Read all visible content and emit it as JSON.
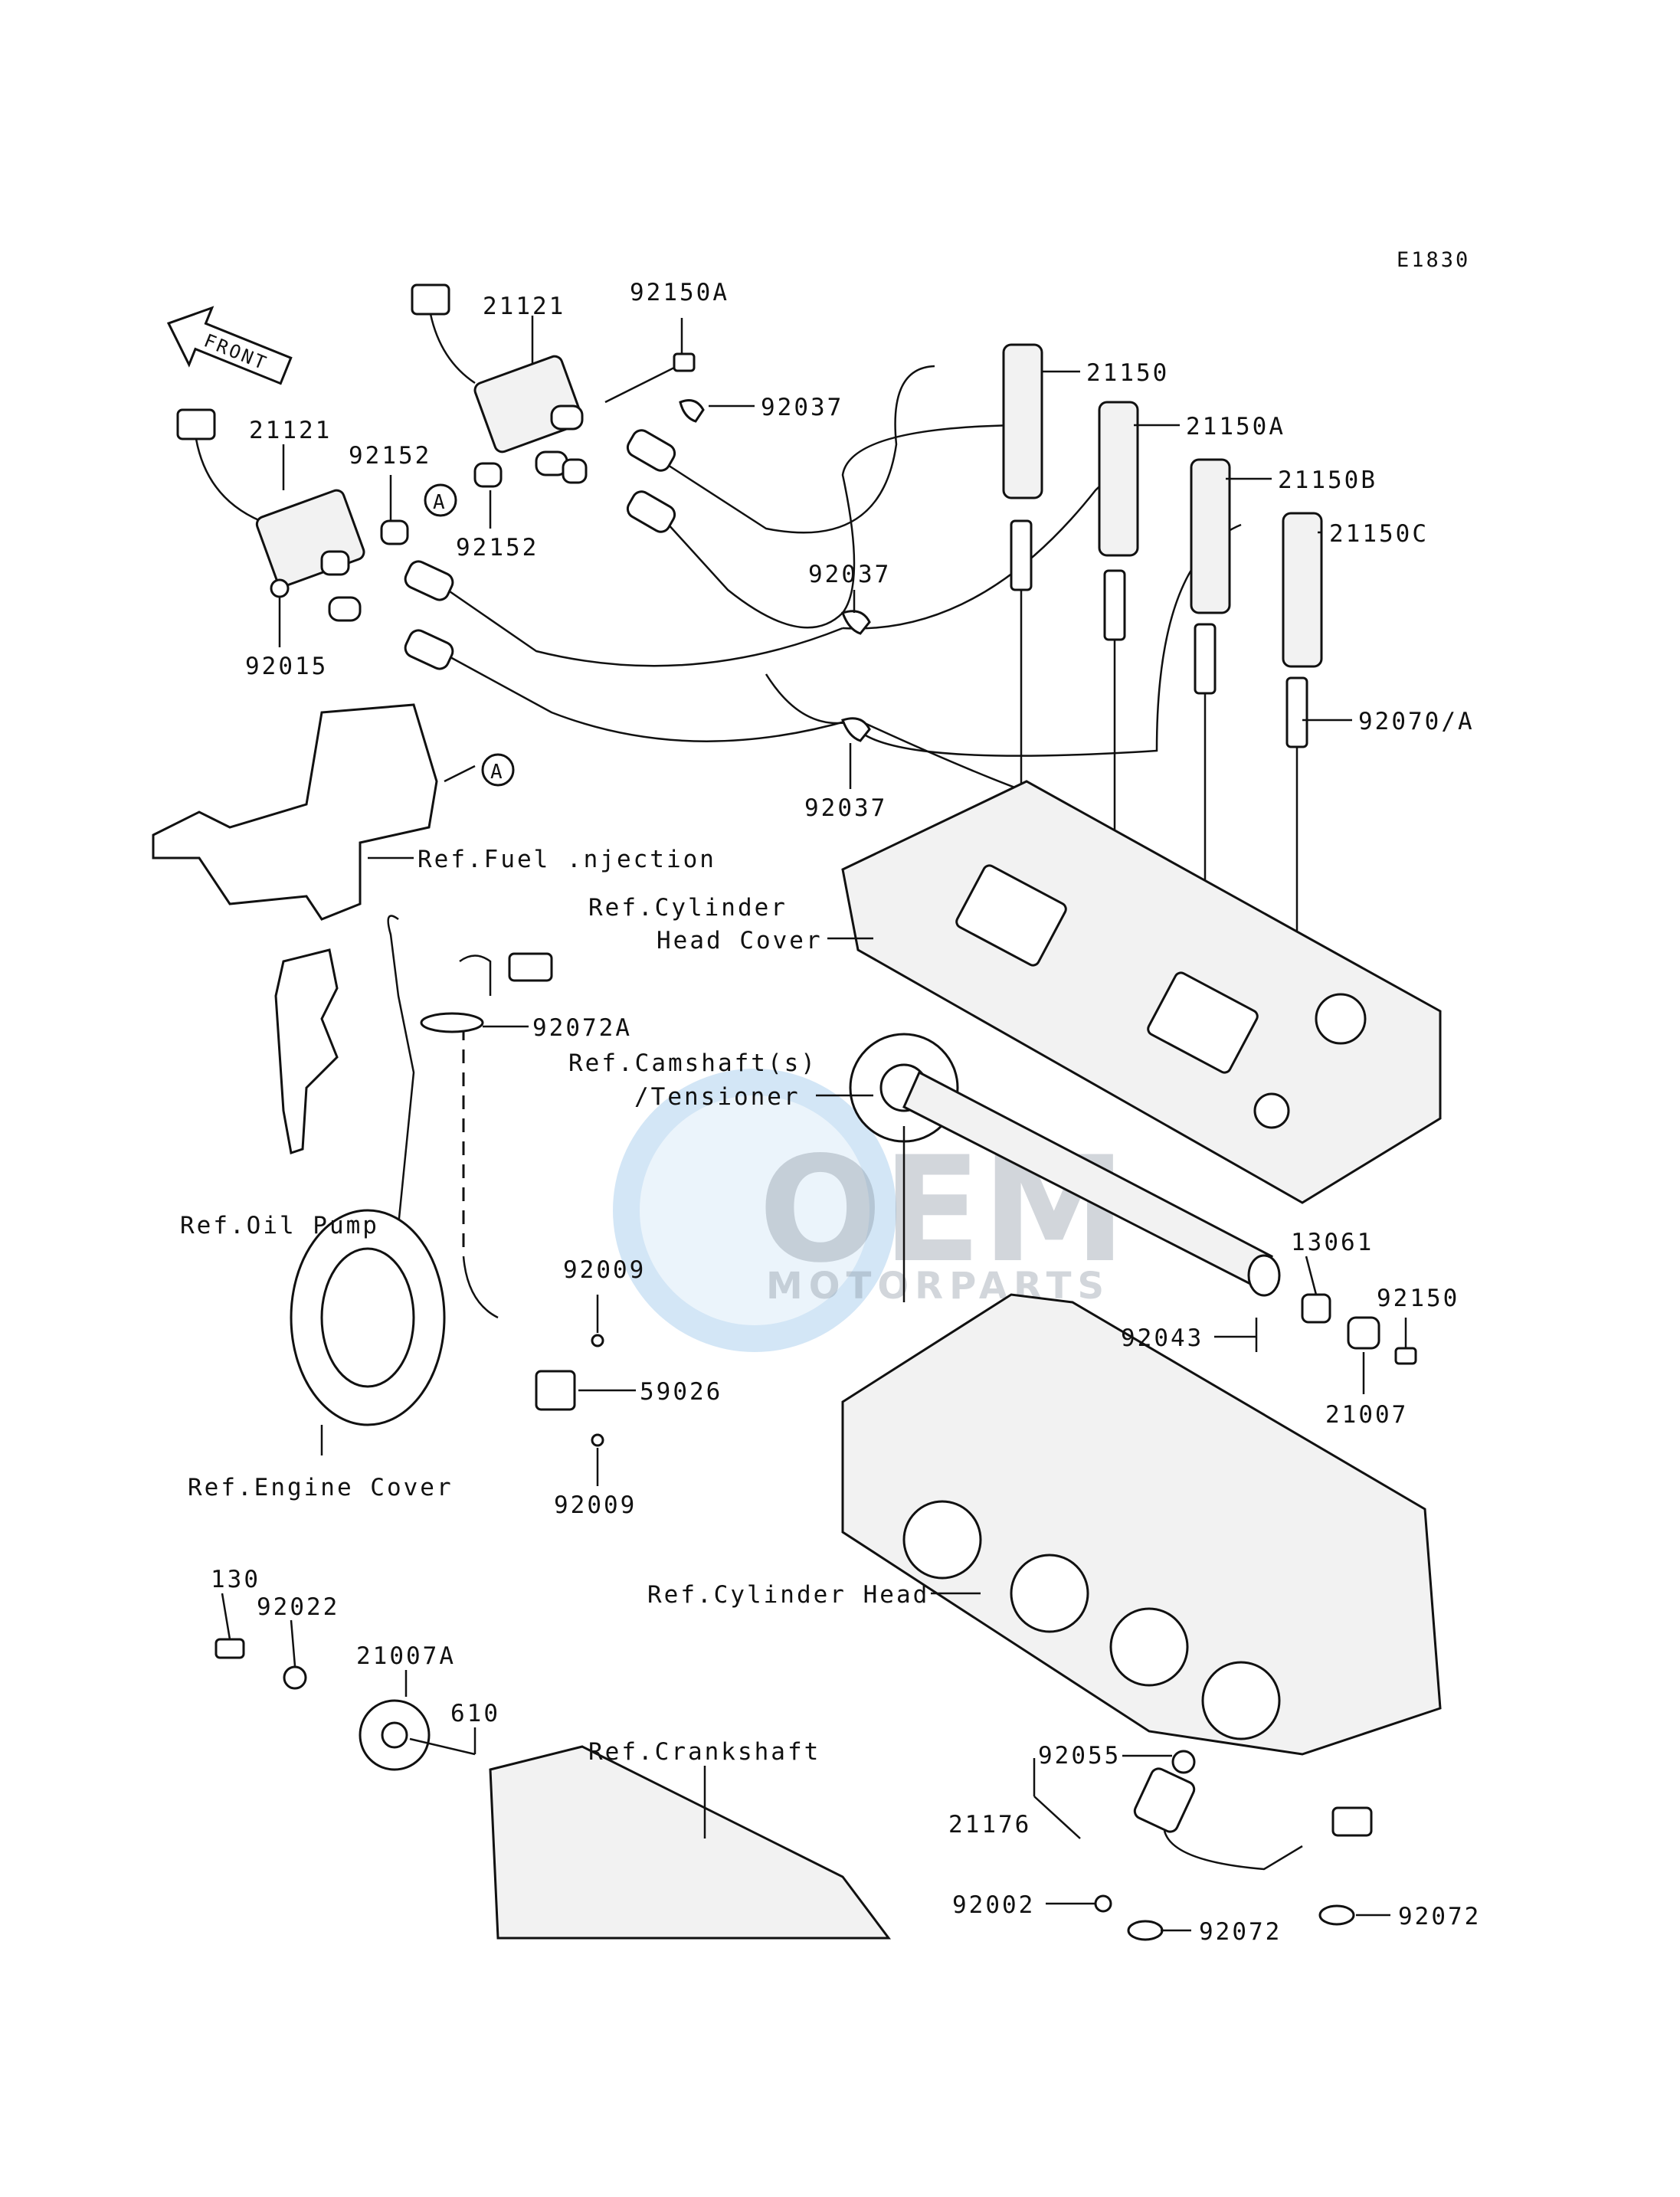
{
  "diagram_code": "E1830",
  "front_arrow_label": "FRONT",
  "watermark": {
    "brand": "OEM",
    "sub": "MOTORPARTS"
  },
  "callouts": {
    "a1": "A",
    "a2": "A"
  },
  "labels": {
    "l_21121_top": "21121",
    "l_21121_left": "21121",
    "l_92150A": "92150A",
    "l_92037_top": "92037",
    "l_92152_a": "92152",
    "l_92152_b": "92152",
    "l_92015": "92015",
    "l_21150": "21150",
    "l_21150A": "21150A",
    "l_21150B": "21150B",
    "l_21150C": "21150C",
    "l_92037_mid": "92037",
    "l_92037_low": "92037",
    "l_92070A": "92070/A",
    "l_ref_fuel": "Ref.Fuel .njection",
    "l_ref_cyl_cover_1": "Ref.Cylinder",
    "l_ref_cyl_cover_2": "Head Cover",
    "l_92072A": "92072A",
    "l_ref_cam_1": "Ref.Camshaft(s)",
    "l_ref_cam_2": "/Tensioner",
    "l_ref_oil": "Ref.Oil Pump",
    "l_92009_top": "92009",
    "l_59026": "59026",
    "l_92009_low": "92009",
    "l_ref_engine_cover": "Ref.Engine Cover",
    "l_13061": "13061",
    "l_92150": "92150",
    "l_92043": "92043",
    "l_21007": "21007",
    "l_ref_cyl_head": "Ref.Cylinder Head",
    "l_130": "130",
    "l_92022": "92022",
    "l_21007A": "21007A",
    "l_610": "610",
    "l_ref_crank": "Ref.Crankshaft",
    "l_92055": "92055",
    "l_21176": "21176",
    "l_92002": "92002",
    "l_92072_a": "92072",
    "l_92072_b": "92072"
  }
}
